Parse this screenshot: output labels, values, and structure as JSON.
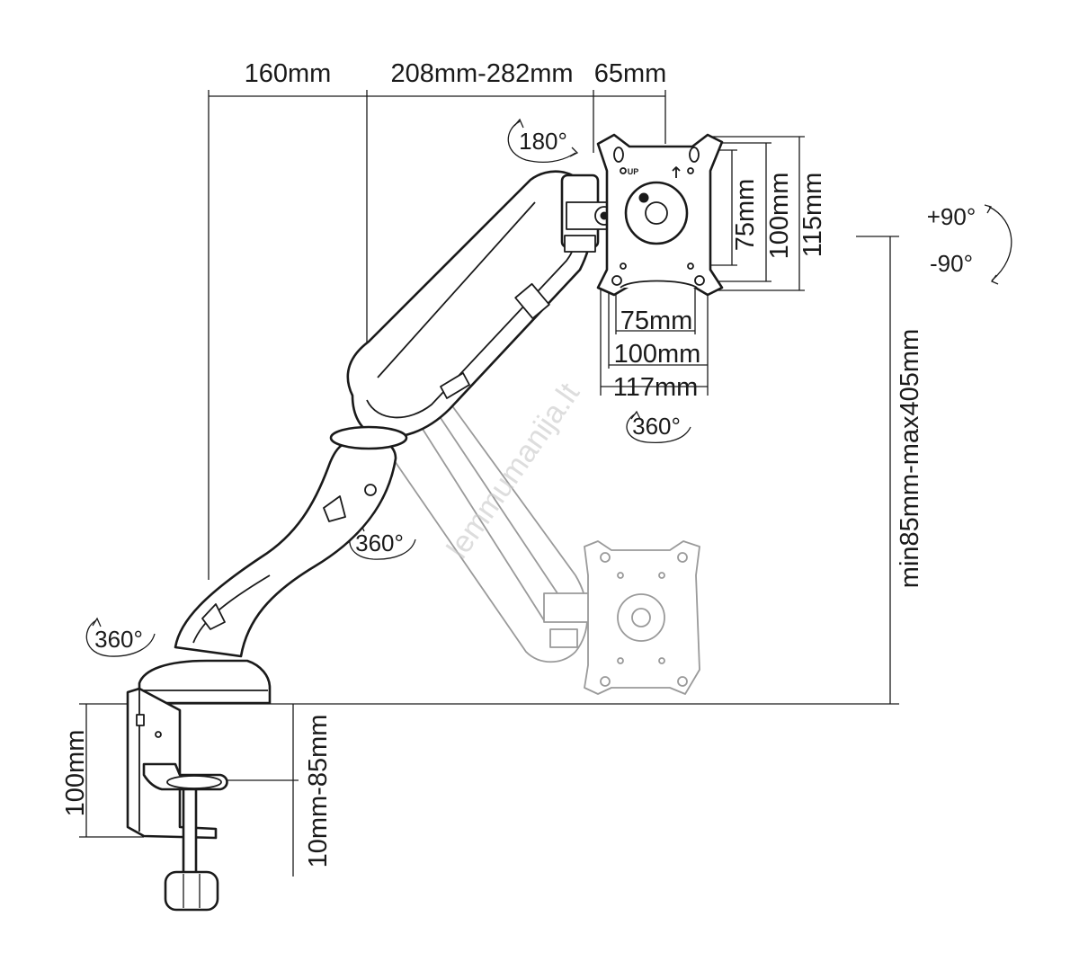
{
  "dimensions": {
    "arm_first_segment": "160mm",
    "arm_second_segment": "208mm-282mm",
    "head_offset": "65mm",
    "vesa_v75": "75mm",
    "vesa_v100": "100mm",
    "plate_height": "115mm",
    "vesa_h75": "75mm",
    "vesa_h100": "100mm",
    "plate_width": "117mm",
    "height_range": "min85mm-max405mm",
    "clamp_height": "100mm",
    "desk_thickness": "10mm-85mm"
  },
  "rotations": {
    "head_swivel": "180°",
    "tilt_up": "+90°",
    "tilt_down": "-90°",
    "plate_rotation": "360°",
    "elbow_rotation": "360°",
    "base_rotation": "360°"
  },
  "plate_marking": "UP",
  "watermark": "lemmumanija.lt",
  "colors": {
    "line": "#1a1a1a",
    "ghost": "#9a9a9a",
    "watermark": "#c8c8c8"
  }
}
